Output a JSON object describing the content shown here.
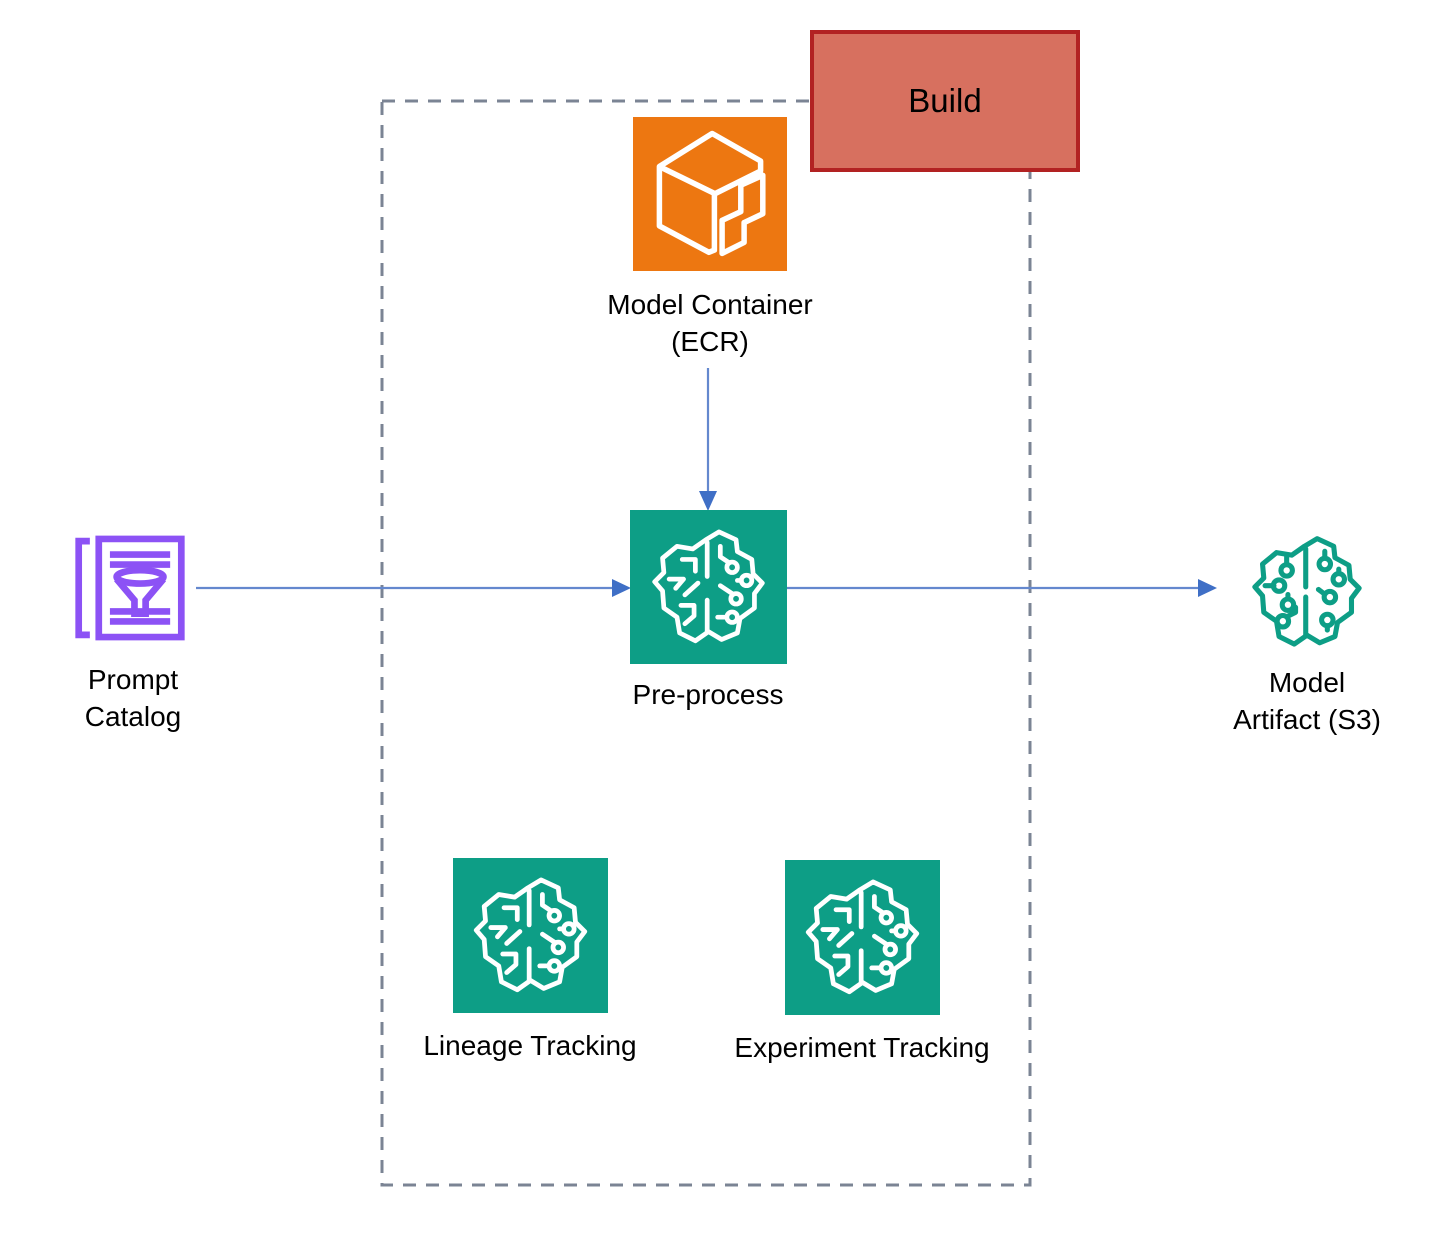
{
  "build_box": {
    "label": "Build"
  },
  "nodes": {
    "model_container": {
      "line1": "Model Container",
      "line2": "(ECR)"
    },
    "pre_process": {
      "line1": "Pre-process"
    },
    "prompt_catalog": {
      "line1": "Prompt",
      "line2": "Catalog"
    },
    "model_artifact": {
      "line1": "Model",
      "line2": "Artifact (S3)"
    },
    "lineage_tracking": {
      "line1": "Lineage Tracking"
    },
    "experiment_tracking": {
      "line1": "Experiment Tracking"
    }
  },
  "icons": {
    "model_container": "container-cube-icon",
    "pre_process": "brain-circuit-icon",
    "prompt_catalog": "document-funnel-icon",
    "model_artifact": "brain-circuit-outline-icon",
    "lineage_tracking": "brain-circuit-icon",
    "experiment_tracking": "brain-circuit-icon"
  },
  "connectors": [
    {
      "from": "prompt_catalog",
      "to": "pre_process",
      "direction": "right"
    },
    {
      "from": "model_container",
      "to": "pre_process",
      "direction": "down"
    },
    {
      "from": "pre_process",
      "to": "model_artifact",
      "direction": "right"
    }
  ],
  "colors": {
    "background": "#FFFFFF",
    "build_fill": "#D7705F",
    "build_border": "#B22222",
    "ecr_orange": "#ED7711",
    "sagemaker_teal": "#0D9E86",
    "prompt_purple": "#8C52F5",
    "arrow_line_blue": "#6488CE",
    "arrow_head_blue": "#3F6FC6",
    "dash_gray": "#7B8494",
    "label_text": "#000000"
  }
}
